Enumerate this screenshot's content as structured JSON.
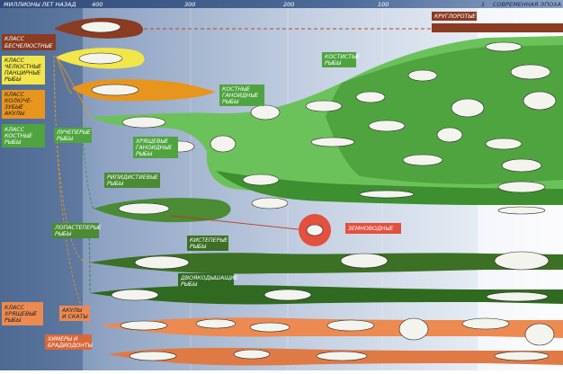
{
  "header": {
    "title": "МИЛЛИОНЫ ЛЕТ НАЗАД",
    "ticks": [
      "400",
      "300",
      "200",
      "100",
      "1"
    ],
    "present_label": "СОВРЕМЕННАЯ ЭПОХА"
  },
  "left_classes": {
    "agnatha": [
      "КЛАСС",
      "БЕСЧЕЛЮСТНЫЕ"
    ],
    "placoderms": [
      "КЛАСС",
      "ЧЕЛЮСТНЫЕ",
      "ПАНЦИРНЫЕ",
      "РЫБЫ"
    ],
    "acanthodians": [
      "КЛАСС",
      "КОЛЮЧЕ-",
      "ЗУБЫЕ",
      "АКУЛЫ"
    ],
    "bony": [
      "КЛАСС",
      "КОСТНЫЕ",
      "РЫБЫ"
    ],
    "cartilaginous": [
      "КЛАСС",
      "ХРЯЩЕВЫЕ",
      "РЫБЫ"
    ]
  },
  "branch_labels": {
    "cyclostomes": "КРУГЛОРОТЫЕ",
    "bony_ganoids": [
      "КОСТНЫЕ",
      "ГАНОИДНЫЕ",
      "РЫБЫ"
    ],
    "teleosts": [
      "КОСТИСТЫЕ",
      "РЫБЫ"
    ],
    "ray_finned": [
      "ЛУЧЕПЕРЫЕ",
      "РЫБЫ"
    ],
    "cartilaginous_ganoids": [
      "ХРЯЩЕВЫЕ",
      "ГАНОИДНЫЕ",
      "РЫБЫ"
    ],
    "rhipidistians": [
      "РИПИДИСТИЕВЫЕ",
      "РЫБЫ"
    ],
    "amphibians": "ЗЕМНОВОДНЫЕ",
    "lobe_finned": [
      "ЛОПАСТЕПЕРЫЕ",
      "РЫБЫ"
    ],
    "crossopterygians": [
      "КИСТЕПЕРЫЕ",
      "РЫБЫ"
    ],
    "lungfish": [
      "ДВОЯКОДЫШАЩИЕ",
      "РЫБЫ"
    ],
    "sharks_rays": [
      "АКУЛЫ",
      "И СКАТЫ"
    ],
    "chimaeras": [
      "ХИМЕРЫ И",
      "БРАДИОДОНТЫ"
    ]
  },
  "colors": {
    "agnatha": "#8a3b22",
    "placoderms": "#f2e64a",
    "acanthodians": "#e8951e",
    "bony": "#4fa43f",
    "bony_light": "#6cc25a",
    "lobe_dark": "#2f6a20",
    "cartilaginous": "#ec8a52",
    "amphibian": "#e3503e",
    "background_dark": "#3e5a86",
    "background_light": "#e9eef5"
  }
}
